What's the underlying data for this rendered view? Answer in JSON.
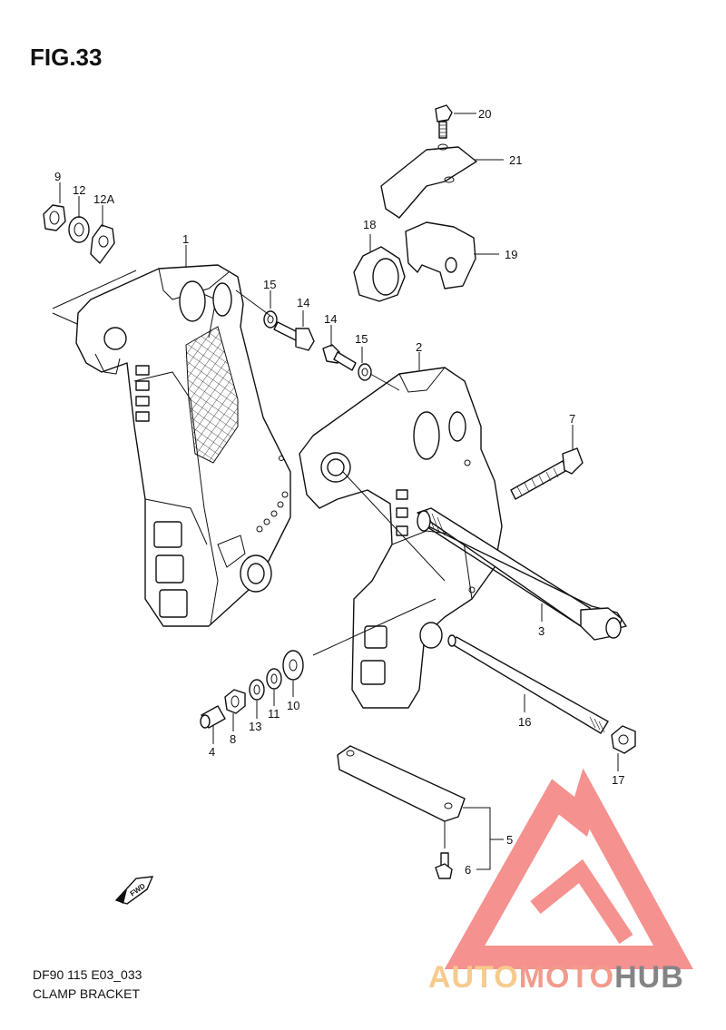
{
  "figure": {
    "title": "FIG.33",
    "code": "DF90 115 E03_033",
    "name": "CLAMP BRACKET"
  },
  "callouts": [
    "1",
    "2",
    "3",
    "4",
    "5",
    "6",
    "7",
    "8",
    "9",
    "10",
    "11",
    "12",
    "12A",
    "13",
    "14",
    "14",
    "15",
    "15",
    "16",
    "17",
    "18",
    "19",
    "20",
    "21"
  ],
  "direction_badge": "FWD",
  "watermark": {
    "part1": "AUTO",
    "part2": "MOTO",
    "part3": "HUB",
    "colors": {
      "auto": "#f5c27a",
      "moto": "#f08a7a",
      "hub": "#6f6f6f",
      "triangle": "#ef5350"
    }
  }
}
